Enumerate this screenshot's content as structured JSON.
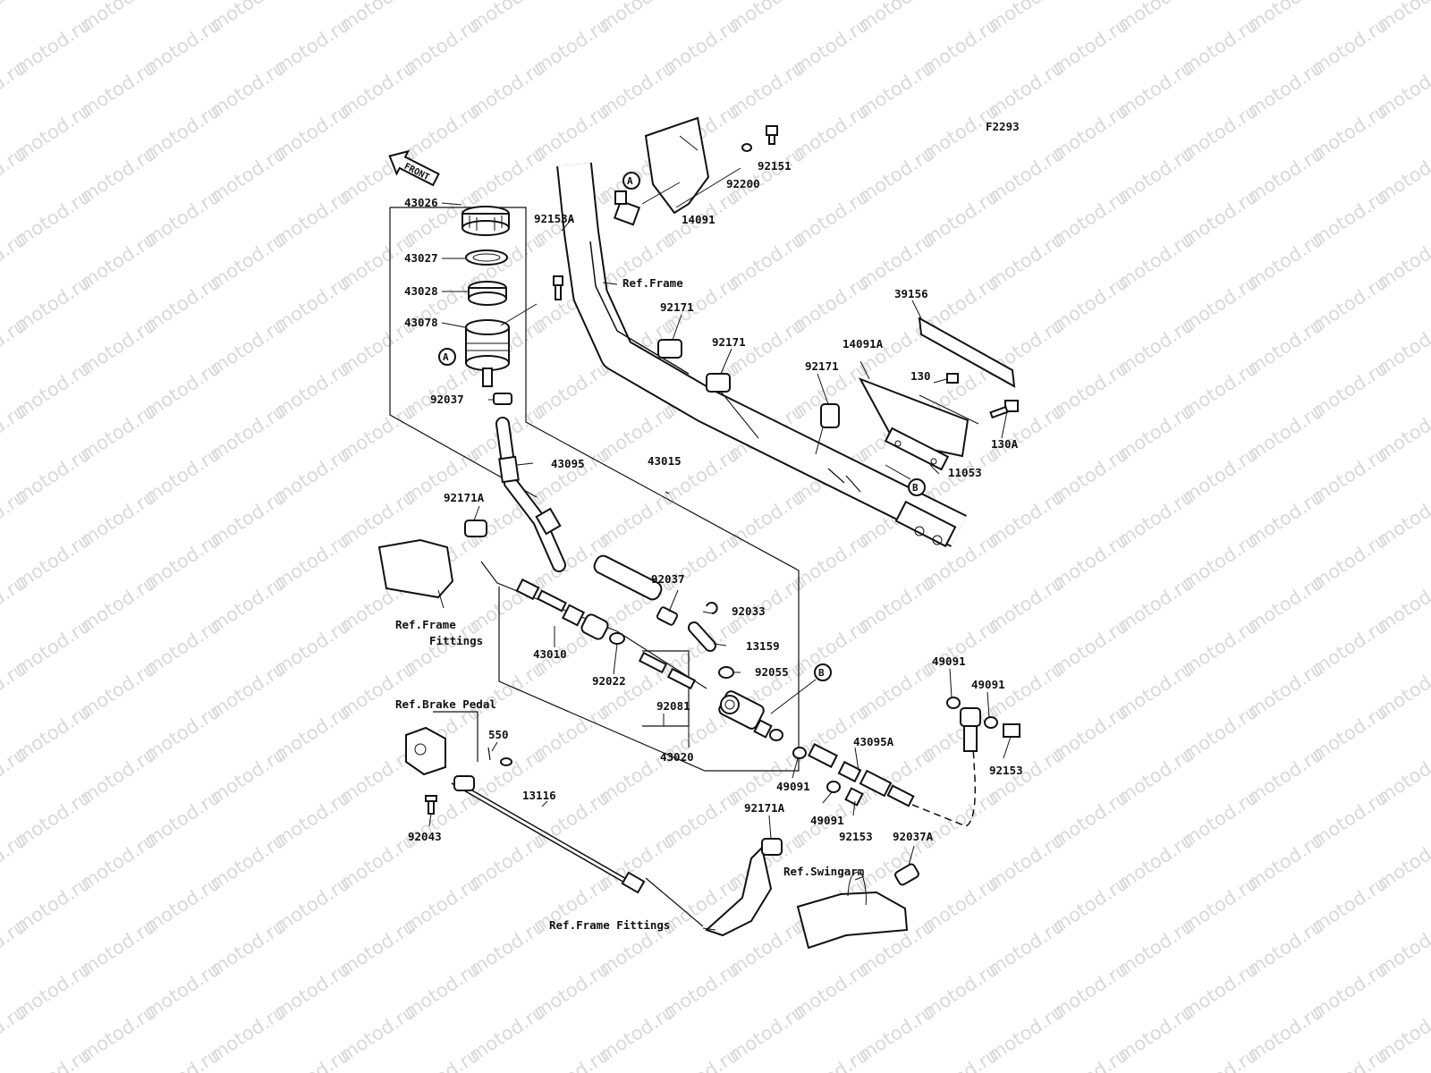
{
  "figure_code": "F2293",
  "front_arrow": "FRONT",
  "watermark": "motod.ru",
  "reference_markers": [
    "A",
    "A",
    "B",
    "B"
  ],
  "callouts": {
    "c43026": "43026",
    "c43027": "43027",
    "c43028": "43028",
    "c43078": "43078",
    "c92037_top": "92037",
    "c92153A": "92153A",
    "c43095": "43095",
    "c43015": "43015",
    "c92171A": "92171A",
    "c14091": "14091",
    "c92200": "92200",
    "c92151": "92151",
    "ref_frame": "Ref.Frame",
    "c92171_a": "92171",
    "c92171_b": "92171",
    "c92171_c": "92171",
    "c39156": "39156",
    "c14091A": "14091A",
    "c130": "130",
    "c130A": "130A",
    "c11053": "11053",
    "ref_frame_fittings_1": "Ref.Frame",
    "ref_frame_fittings_2": "Fittings",
    "c43010": "43010",
    "c92037_mid": "92037",
    "c92033": "92033",
    "c13159": "13159",
    "c92022": "92022",
    "c92055": "92055",
    "c92081": "92081",
    "c43020": "43020",
    "ref_brake_pedal": "Ref.Brake Pedal",
    "c550": "550",
    "c13116": "13116",
    "c92043": "92043",
    "c49091_a": "49091",
    "c49091_b": "49091",
    "c49091_c": "49091",
    "c49091_d": "49091",
    "c43095A": "43095A",
    "c92153_a": "92153",
    "c92153_b": "92153",
    "c92171A_b": "92171A",
    "c92037A": "92037A",
    "ref_swingarm": "Ref.Swingarm",
    "ref_frame_fittings_bottom": "Ref.Frame Fittings"
  }
}
